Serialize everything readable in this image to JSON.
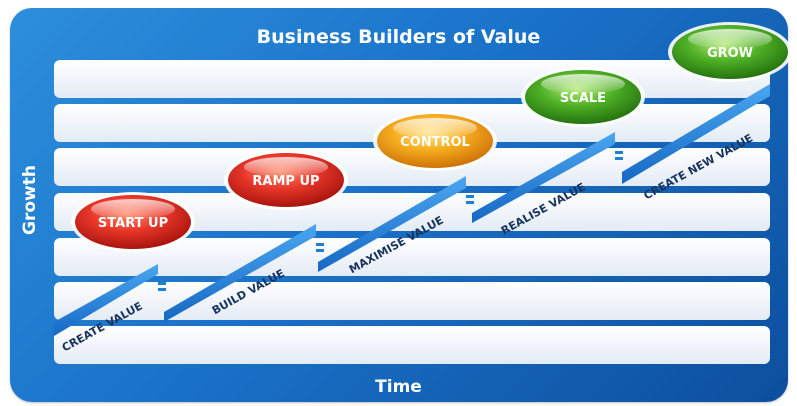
{
  "title": "Business Builders of Value",
  "x_axis_label": "Time",
  "y_axis_label": "Growth",
  "milestones": [
    {
      "label": "START UP",
      "color": "red"
    },
    {
      "label": "RAMP UP",
      "color": "red"
    },
    {
      "label": "CONTROL",
      "color": "orange"
    },
    {
      "label": "SCALE",
      "color": "green"
    },
    {
      "label": "GROW",
      "color": "green"
    }
  ],
  "stages": [
    "CREATE VALUE",
    "BUILD VALUE",
    "MAXIMISE VALUE",
    "REALISE VALUE",
    "CREATE NEW VALUE"
  ],
  "colors": {
    "frame": "#1a72c9",
    "band": "#eef3f9",
    "step": "#1e7fd6",
    "red": "#d8251c",
    "orange": "#ee9b10",
    "green": "#3d9a1c",
    "label_text": "#17335e"
  }
}
